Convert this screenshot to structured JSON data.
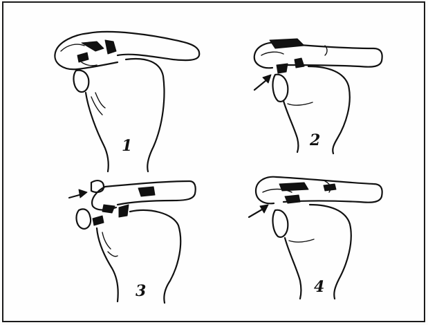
{
  "panels": [
    {
      "label": "1"
    },
    {
      "label": "2"
    },
    {
      "label": "3"
    },
    {
      "label": "4"
    }
  ],
  "colors": {
    "ink": "#111111",
    "paper": "#fefefe",
    "border": "#1a1a1a"
  }
}
